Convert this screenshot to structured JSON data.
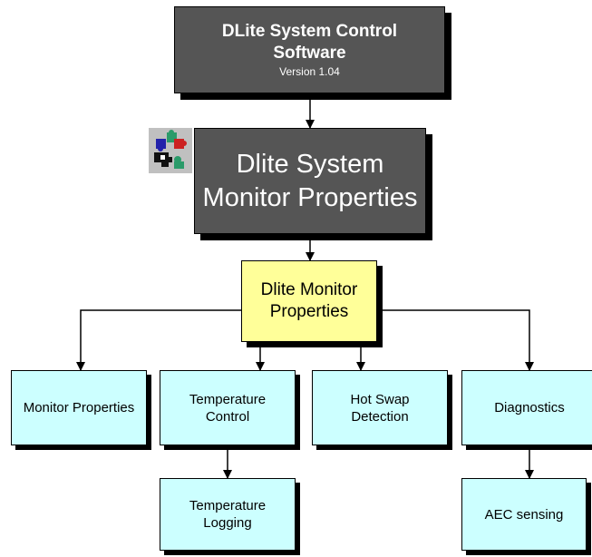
{
  "colors": {
    "dark_box": "#555555",
    "yellow_box": "#ffff99",
    "cyan_box": "#ccffff",
    "shadow": "#000000",
    "line": "#000000"
  },
  "top_box": {
    "title_lines": [
      "DLite System Control",
      "Software"
    ],
    "version": "Version 1.04"
  },
  "app_icon": {
    "icon": "puzzle-pieces-icon"
  },
  "system_box": {
    "title_lines": [
      "Dlite System",
      "Monitor Properties"
    ]
  },
  "monitor_box": {
    "title_lines": [
      "Dlite Monitor",
      "Properties"
    ]
  },
  "children": [
    {
      "lines": [
        "Monitor Properties"
      ]
    },
    {
      "lines": [
        "Temperature",
        "Control"
      ]
    },
    {
      "lines": [
        "Hot Swap",
        "Detection"
      ]
    },
    {
      "lines": [
        "Diagnostics"
      ]
    }
  ],
  "grandchildren": [
    {
      "parent": "Temperature Control",
      "lines": [
        "Temperature",
        "Logging"
      ]
    },
    {
      "parent": "Diagnostics",
      "lines": [
        "AEC sensing"
      ]
    }
  ]
}
